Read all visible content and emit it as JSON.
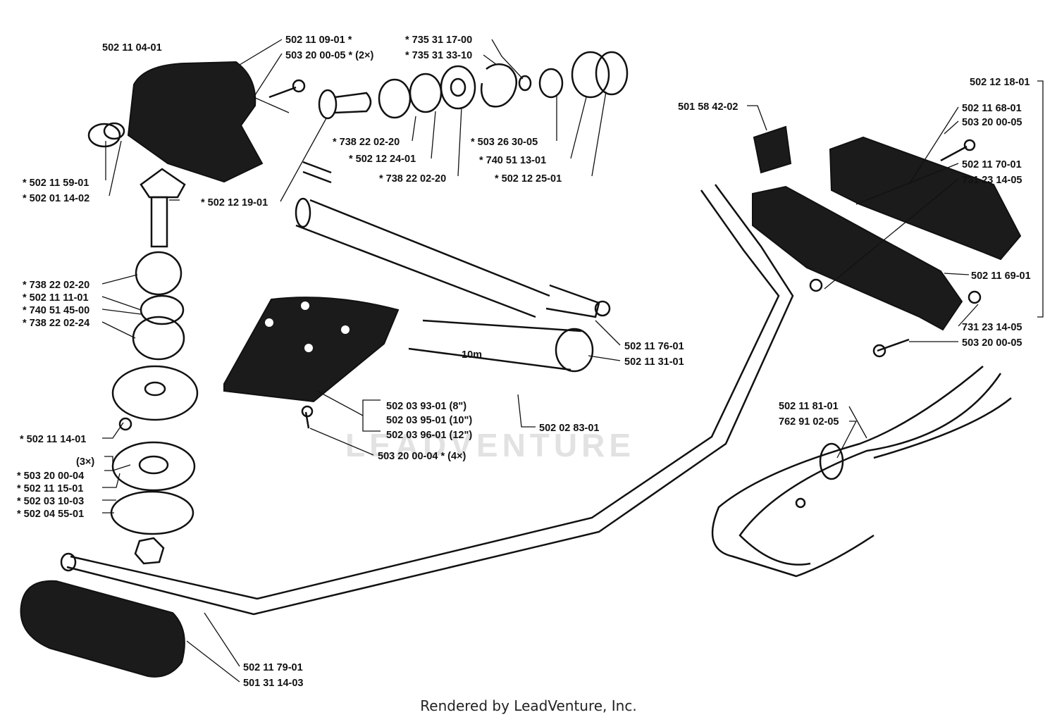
{
  "watermark": "LEADVENTURE",
  "tube_marking": "10m",
  "footer": "Rendered by LeadVenture, Inc.",
  "labels": [
    {
      "id": "l1",
      "text": "502 11 04-01"
    },
    {
      "id": "l2",
      "text": "502 11 09-01  *"
    },
    {
      "id": "l3",
      "text": "503 20 00-05  * (2×)"
    },
    {
      "id": "l4",
      "text": "* 735 31 17-00"
    },
    {
      "id": "l5",
      "text": "* 735 31 33-10"
    },
    {
      "id": "l6",
      "text": "* 738 22 02-20"
    },
    {
      "id": "l7",
      "text": "* 502 12 24-01"
    },
    {
      "id": "l8",
      "text": "* 738 22 02-20"
    },
    {
      "id": "l9",
      "text": "* 503 26 30-05"
    },
    {
      "id": "l10",
      "text": "* 740 51 13-01"
    },
    {
      "id": "l11",
      "text": "* 502 12 25-01"
    },
    {
      "id": "l12",
      "text": "* 502 11 59-01"
    },
    {
      "id": "l13",
      "text": "* 502 01 14-02"
    },
    {
      "id": "l14",
      "text": "* 502 12 19-01"
    },
    {
      "id": "l15",
      "text": "* 738 22 02-20"
    },
    {
      "id": "l16",
      "text": "* 502 11 11-01"
    },
    {
      "id": "l17",
      "text": "* 740 51 45-00"
    },
    {
      "id": "l18",
      "text": "* 738 22 02-24"
    },
    {
      "id": "l19",
      "text": "* 502 11 14-01"
    },
    {
      "id": "l20",
      "text": "(3×)"
    },
    {
      "id": "l21",
      "text": "* 503 20 00-04"
    },
    {
      "id": "l22",
      "text": "* 502 11 15-01"
    },
    {
      "id": "l23",
      "text": "* 502 03 10-03"
    },
    {
      "id": "l24",
      "text": "* 502 04 55-01"
    },
    {
      "id": "l25",
      "text": "502 03 93-01  (8\")"
    },
    {
      "id": "l26",
      "text": "502 03 95-01  (10\")"
    },
    {
      "id": "l27",
      "text": "502 03 96-01  (12\")"
    },
    {
      "id": "l28",
      "text": "503 20 00-04  * (4×)"
    },
    {
      "id": "l29",
      "text": "502 02 83-01"
    },
    {
      "id": "l30",
      "text": "502 11 76-01"
    },
    {
      "id": "l31",
      "text": "502 11 31-01"
    },
    {
      "id": "l32",
      "text": "501 58 42-02"
    },
    {
      "id": "l33",
      "text": "502 12 18-01"
    },
    {
      "id": "l34",
      "text": "502 11 68-01"
    },
    {
      "id": "l35",
      "text": "503 20 00-05"
    },
    {
      "id": "l36",
      "text": "502 11 70-01"
    },
    {
      "id": "l37",
      "text": "731 23 14-05"
    },
    {
      "id": "l38",
      "text": "502 11 69-01"
    },
    {
      "id": "l39",
      "text": "731 23 14-05"
    },
    {
      "id": "l40",
      "text": "503 20 00-05"
    },
    {
      "id": "l41",
      "text": "502 11 81-01"
    },
    {
      "id": "l42",
      "text": "762 91 02-05"
    },
    {
      "id": "l43",
      "text": "502 11 79-01"
    },
    {
      "id": "l44",
      "text": "501 31 14-03"
    }
  ]
}
